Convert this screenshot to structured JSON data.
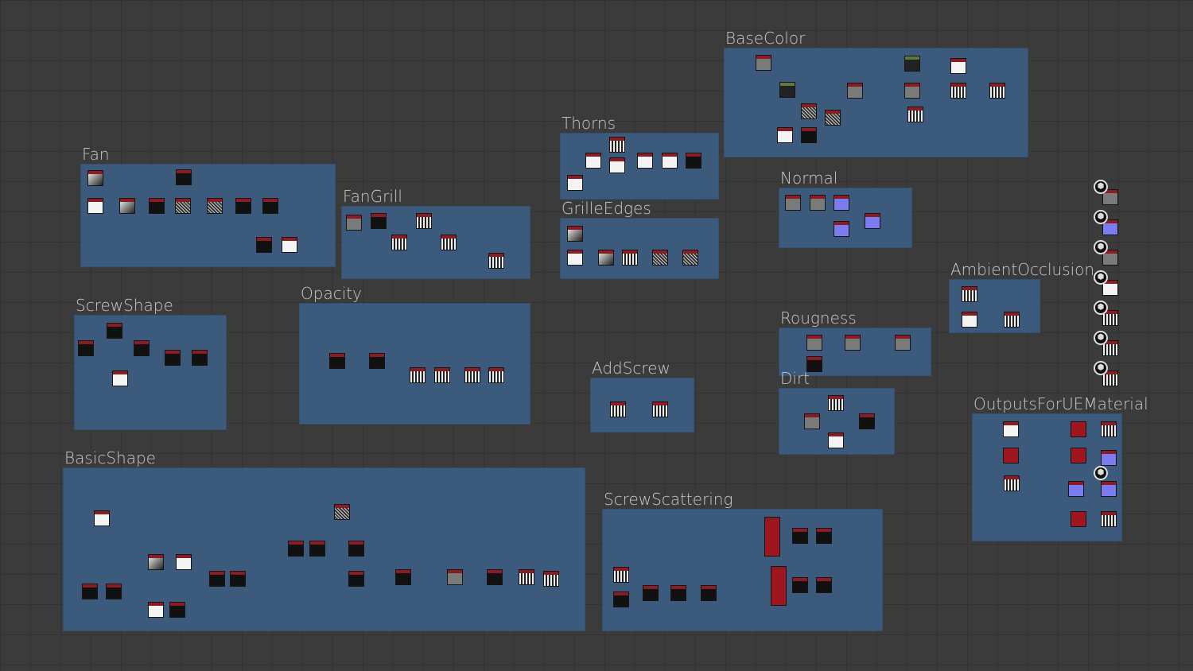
{
  "frames": [
    {
      "id": "basecolor",
      "title": "BaseColor"
    },
    {
      "id": "thorns",
      "title": "Thorns"
    },
    {
      "id": "grilleedges",
      "title": "GrilleEdges"
    },
    {
      "id": "fan",
      "title": "Fan"
    },
    {
      "id": "fangrill",
      "title": "FanGrill"
    },
    {
      "id": "normal",
      "title": "Normal"
    },
    {
      "id": "ambientocclusion",
      "title": "AmbientOcclusion"
    },
    {
      "id": "screwshape",
      "title": "ScrewShape"
    },
    {
      "id": "opacity",
      "title": "Opacity"
    },
    {
      "id": "rougness",
      "title": "Rougness"
    },
    {
      "id": "dirt",
      "title": "Dirt"
    },
    {
      "id": "addscrew",
      "title": "AddScrew"
    },
    {
      "id": "outputs",
      "title": "OutputsForUEMaterial"
    },
    {
      "id": "basicshape",
      "title": "BasicShape"
    },
    {
      "id": "screwscattering",
      "title": "ScrewScattering"
    }
  ],
  "colors": {
    "background": "#3b3b3b",
    "frame": "#3c5a7c",
    "node_header": "#8c1c24",
    "color_link": "#e6a532",
    "gray_link": "#bdbdbd"
  },
  "output_icon": "cube-output-icon"
}
